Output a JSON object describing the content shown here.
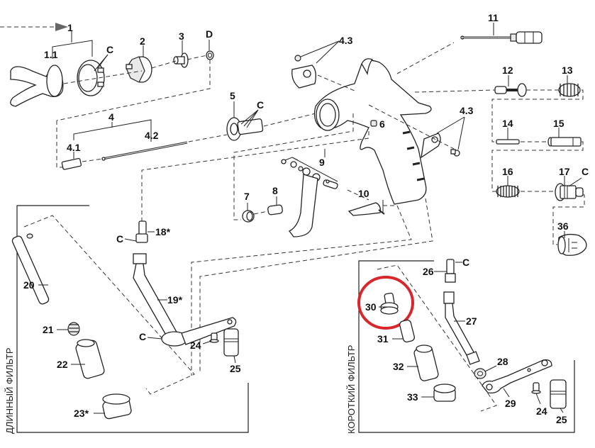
{
  "diagram": {
    "title": "Spray gun exploded parts diagram",
    "highlight": {
      "part": "30",
      "color": "#d9262b"
    },
    "sections": {
      "long_filter": "ДЛИННЫЙ ФИЛЬТР",
      "short_filter": "КОРОТКИЙ ФИЛЬТР"
    },
    "labels": {
      "p1": "1",
      "p1_1": "1.1",
      "p2": "2",
      "p3": "3",
      "pD": "D",
      "p4": "4",
      "p4_1": "4.1",
      "p4_2": "4.2",
      "p4_3a": "4.3",
      "p4_3b": "4.3",
      "p5": "5",
      "p6": "6",
      "p7": "7",
      "p8": "8",
      "p9": "9",
      "p10": "10",
      "p11": "11",
      "p12": "12",
      "p13": "13",
      "p14": "14",
      "p15": "15",
      "p16": "16",
      "p17": "17",
      "p18": "18*",
      "p19": "19*",
      "p20": "20",
      "p21": "21",
      "p22": "22",
      "p23": "23*",
      "p24a": "24",
      "p25a": "25",
      "p26": "26",
      "p27": "27",
      "p28": "28",
      "p29": "29",
      "p30": "30",
      "p31": "31",
      "p32": "32",
      "p33": "33",
      "p24b": "24",
      "p25b": "25",
      "p36": "36",
      "c1": "C",
      "c5": "C",
      "c17": "C",
      "c18": "C",
      "c19": "C",
      "c26": "C"
    }
  }
}
